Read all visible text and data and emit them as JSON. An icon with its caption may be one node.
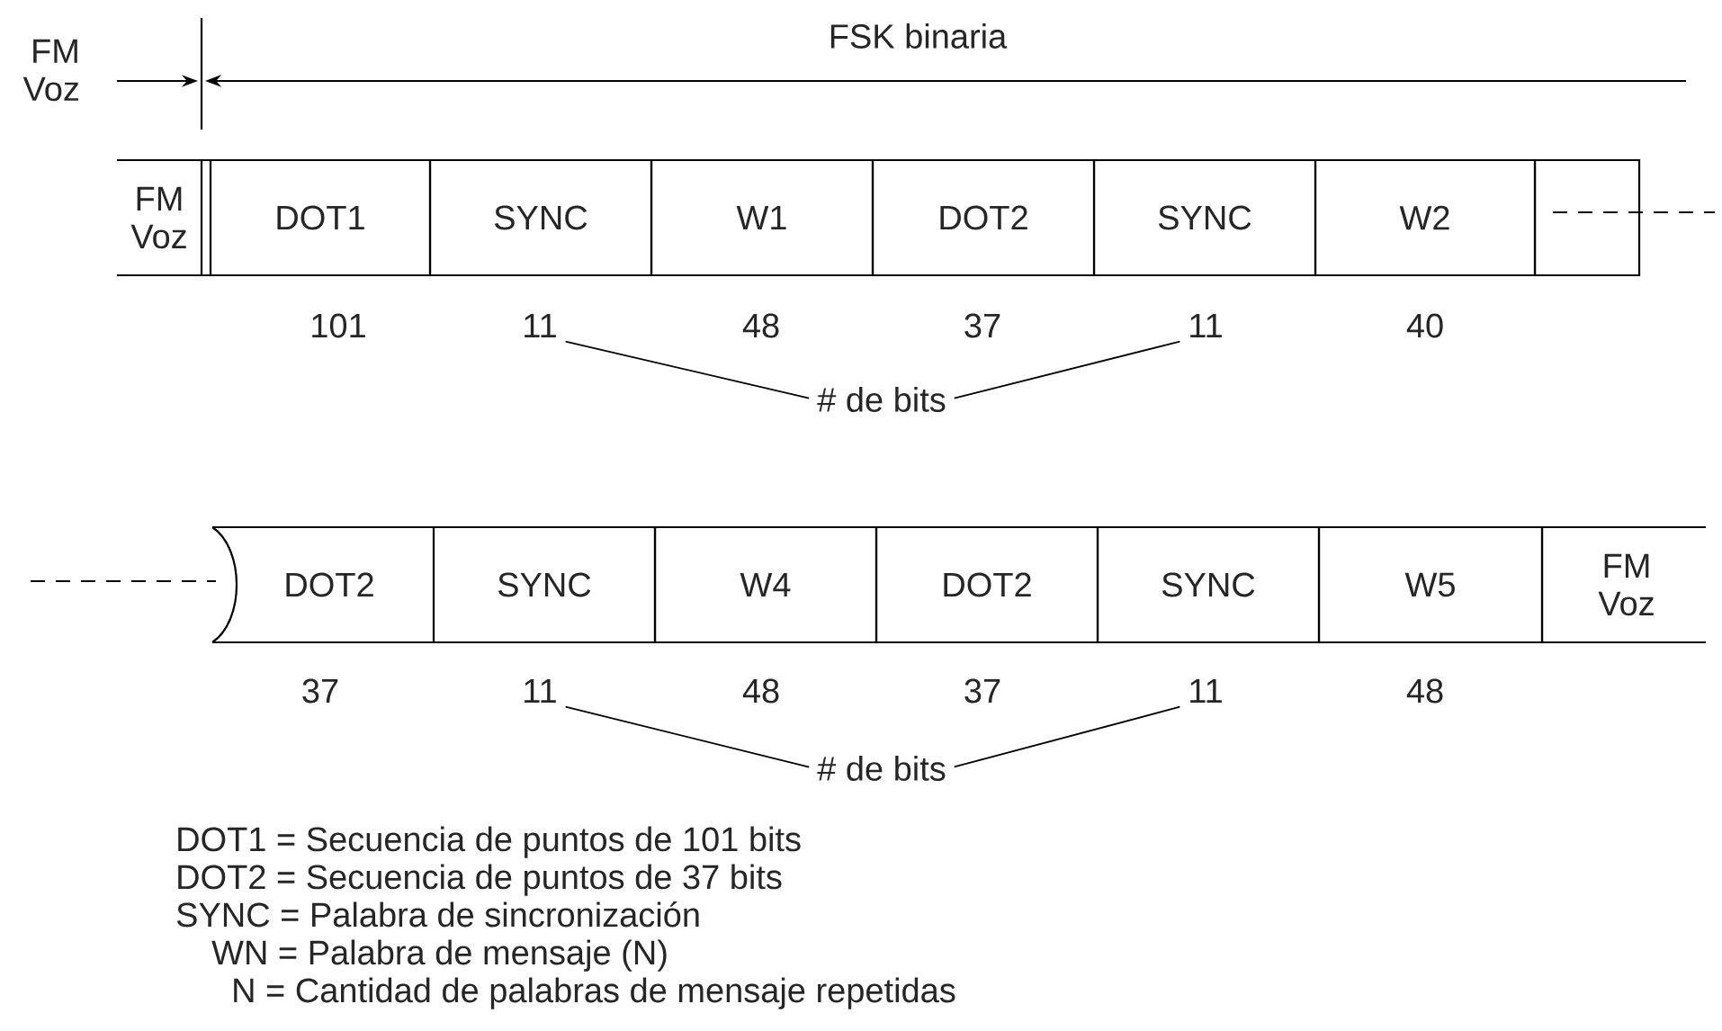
{
  "diagram": {
    "nodes": [
      {
        "text": [
          "FM Voz"
        ]
      },
      {
        "text": [
          "DOT1"
        ]
      },
      {
        "text": [
          "SYNC"
        ]
      },
      {
        "text": [
          "W1"
        ]
      },
      {
        "text": [
          "DOT2"
        ]
      },
      {
        "text": [
          "SYNC"
        ]
      },
      {
        "text": [
          "W2"
        ]
      },
      {
        "text": [],
        "shape": "box"
      },
      {
        "text": [
          "11"
        ]
      },
      {
        "text": [
          "11"
        ]
      },
      {
        "text": [
          "# de bits"
        ]
      },
      {
        "text": [
          "DOT2"
        ]
      },
      {
        "text": [
          "SYNC"
        ]
      },
      {
        "text": [
          "W4"
        ]
      },
      {
        "text": [
          "DOT2"
        ]
      },
      {
        "text": [
          "SYNC"
        ]
      },
      {
        "text": [
          "W5"
        ]
      },
      {
        "text": [
          "FM Voz"
        ]
      },
      {
        "text": [
          "11"
        ]
      },
      {
        "text": [
          "11"
        ]
      },
      {
        "text": [
          "# de bits"
        ]
      }
    ],
    "edges": [
      {
        "from": 10,
        "to": 8,
        "arrow": "none"
      },
      {
        "from": 10,
        "to": 9,
        "arrow": "none"
      },
      {
        "from": 20,
        "to": 18,
        "arrow": "none"
      },
      {
        "from": 20,
        "to": 19,
        "arrow": "none"
      }
    ],
    "labels": [
      "FSK binaria",
      "FM Voz",
      "101",
      "48",
      "37",
      "40",
      "37",
      "48",
      "37",
      "48",
      "DOT1 = Secuencia de puntos de 101 bits",
      "DOT2 = Secuencia de puntos de 37 bits",
      "SYNC = Palabra de sincronización",
      "WN = Palabra de mensaje (N)",
      "N = Cantidad de palabras de mensaje repetidas"
    ]
  }
}
